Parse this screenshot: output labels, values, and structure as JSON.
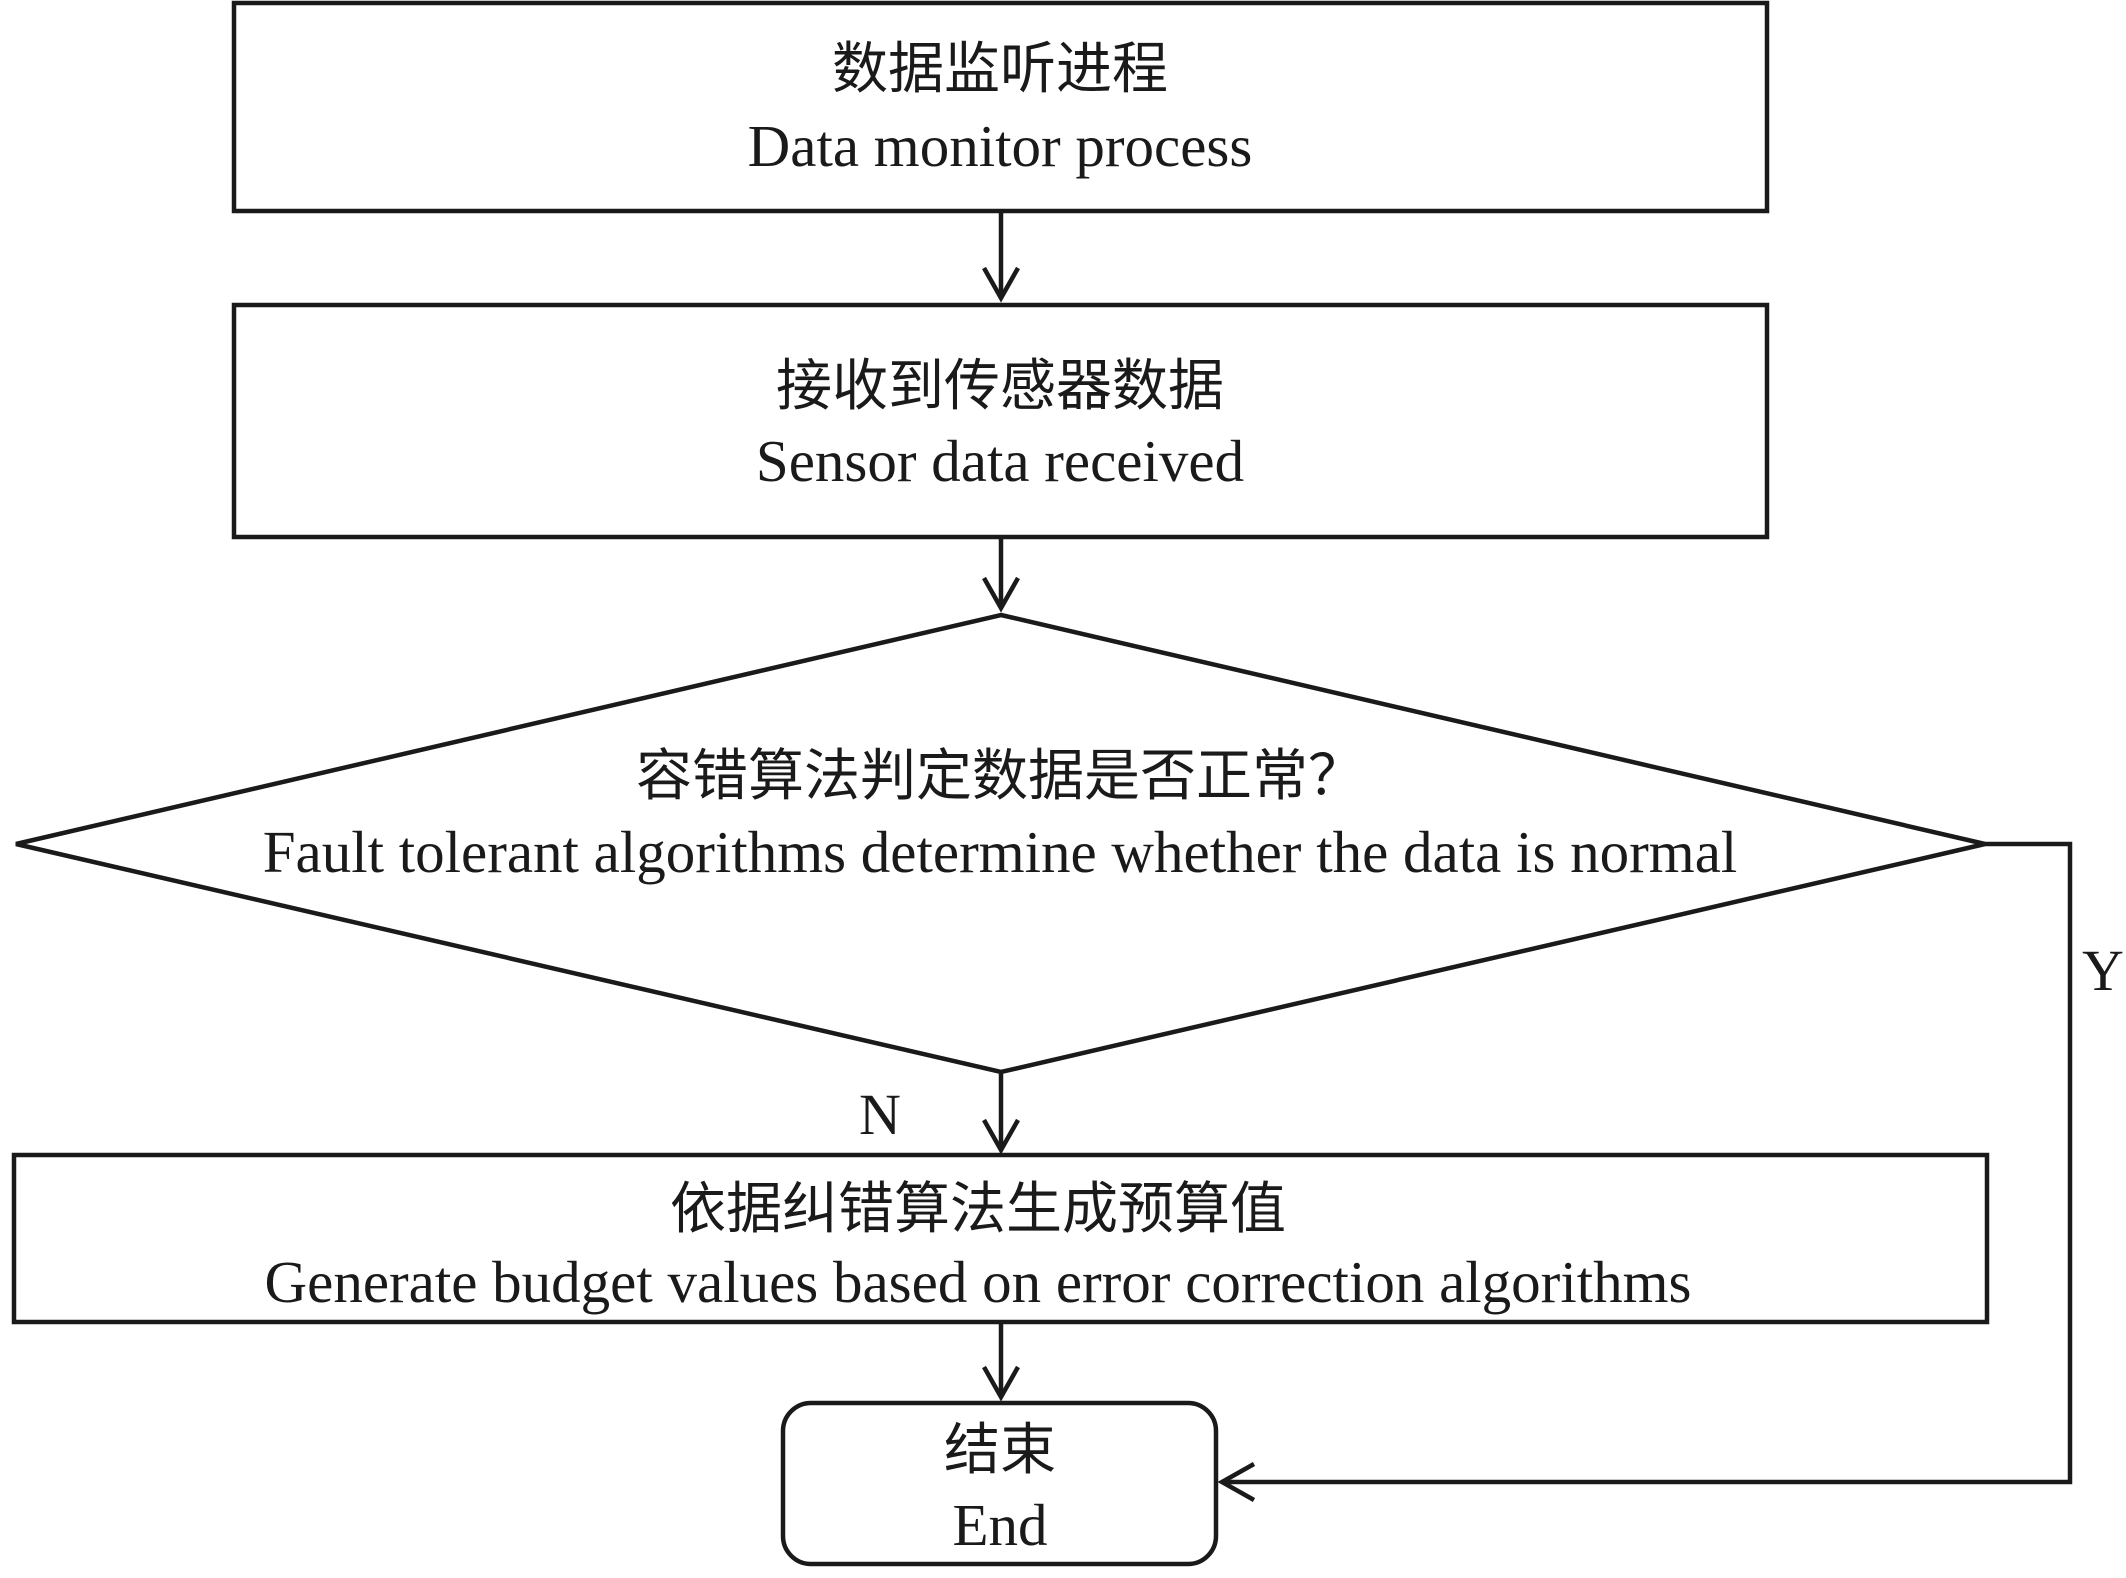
{
  "nodes": {
    "monitor": {
      "cn": "数据监听进程",
      "en": "Data monitor process"
    },
    "receive": {
      "cn": "接收到传感器数据",
      "en": "Sensor data received"
    },
    "decision": {
      "cn": "容错算法判定数据是否正常？",
      "en": "Fault tolerant algorithms determine whether the data is normal"
    },
    "generate": {
      "cn": "依据纠错算法生成预算值",
      "en": "Generate budget values based on error correction algorithms"
    },
    "end": {
      "cn": "结束",
      "en": "End"
    }
  },
  "branches": {
    "no": "N",
    "yes": "Y"
  }
}
